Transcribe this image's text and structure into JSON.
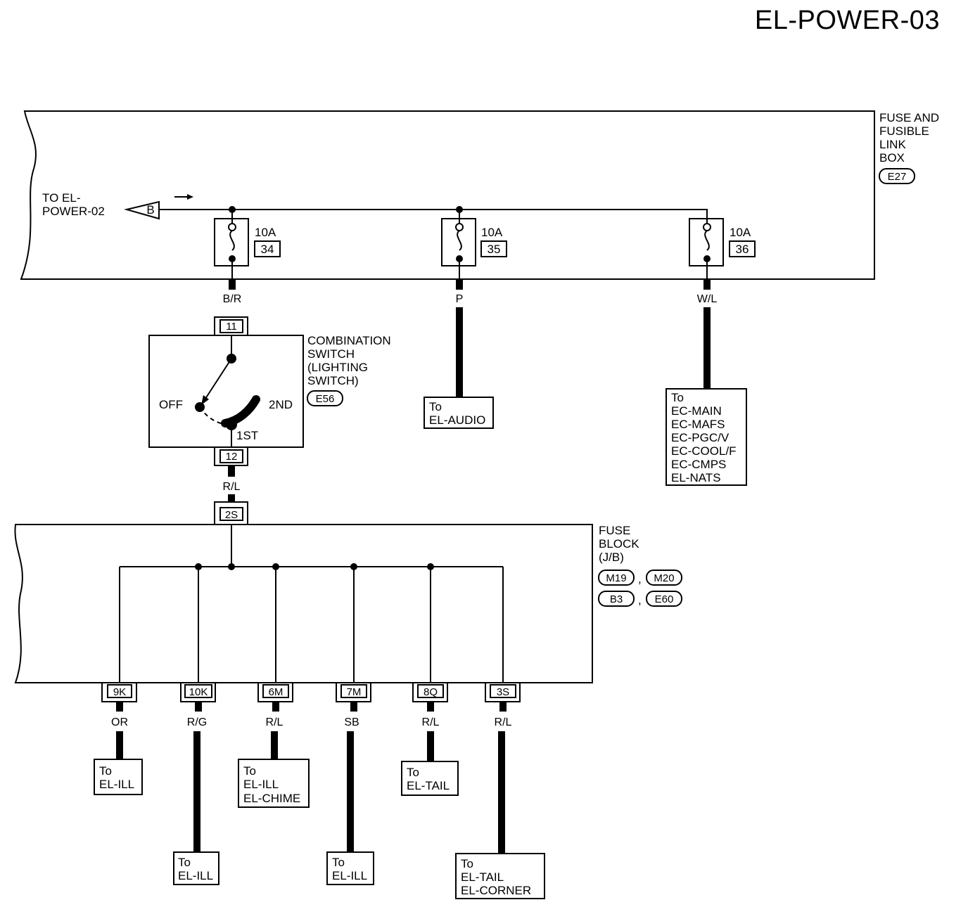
{
  "title": "EL-POWER-03",
  "fuse_link_box": {
    "label_lines": [
      "FUSE AND",
      "FUSIBLE",
      "LINK",
      "BOX"
    ],
    "connector": "E27",
    "to_label_lines": [
      "TO EL-",
      "POWER-02"
    ],
    "offpage_connector": "B",
    "fuses": [
      {
        "amps": "10A",
        "number": "34",
        "wire": "B/R"
      },
      {
        "amps": "10A",
        "number": "35",
        "wire": "P"
      },
      {
        "amps": "10A",
        "number": "36",
        "wire": "W/L"
      }
    ]
  },
  "combination_switch": {
    "label_lines": [
      "COMBINATION",
      "SWITCH",
      "(LIGHTING",
      "SWITCH)"
    ],
    "connector": "E56",
    "terminal_in": "11",
    "terminal_out": "12",
    "pos_off": "OFF",
    "pos_1st": "1ST",
    "pos_2nd": "2ND",
    "out_wire": "R/L"
  },
  "destinations_top": {
    "audio": [
      "To",
      "EL-AUDIO"
    ],
    "ec": [
      "To",
      "EC-MAIN",
      "EC-MAFS",
      "EC-PGC/V",
      "EC-COOL/F",
      "EC-CMPS",
      "EL-NATS"
    ]
  },
  "fuse_block": {
    "label_lines": [
      "FUSE",
      "BLOCK",
      "(J/B)"
    ],
    "connectors_row1": [
      "M19",
      "M20"
    ],
    "connectors_row2": [
      "B3",
      "E60"
    ],
    "separator": ",",
    "input_terminal": "2S",
    "outputs": [
      {
        "terminal": "9K",
        "wire": "OR",
        "dest": [
          "To",
          "EL-ILL"
        ]
      },
      {
        "terminal": "10K",
        "wire": "R/G",
        "dest": [
          "To",
          "EL-ILL"
        ]
      },
      {
        "terminal": "6M",
        "wire": "R/L",
        "dest": [
          "To",
          "EL-ILL",
          "EL-CHIME"
        ]
      },
      {
        "terminal": "7M",
        "wire": "SB",
        "dest": [
          "To",
          "EL-ILL"
        ]
      },
      {
        "terminal": "8Q",
        "wire": "R/L",
        "dest": [
          "To",
          "EL-TAIL"
        ]
      },
      {
        "terminal": "3S",
        "wire": "R/L",
        "dest": [
          "To",
          "EL-TAIL",
          "EL-CORNER"
        ]
      }
    ]
  }
}
